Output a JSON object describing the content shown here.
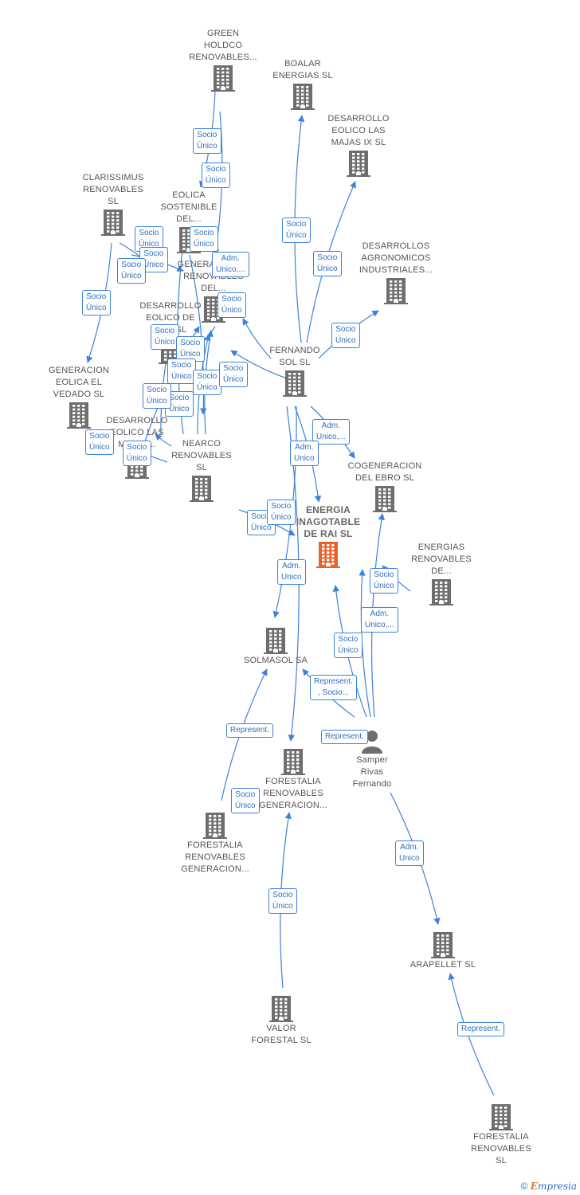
{
  "colors": {
    "edge": "#3b82d8",
    "building": "#6e6e6e",
    "focus_building": "#e8632a",
    "person": "#6e6e6e"
  },
  "nodes": [
    {
      "id": "green_holdco",
      "type": "company",
      "lines": [
        "GREEN",
        "HOLDCO",
        "RENOVABLES..."
      ]
    },
    {
      "id": "boalar",
      "type": "company",
      "lines": [
        "BOALAR",
        "ENERGIAS  SL"
      ]
    },
    {
      "id": "majas_ix",
      "type": "company",
      "lines": [
        "DESARROLLO",
        "EOLICO LAS",
        "MAJAS IX  SL"
      ]
    },
    {
      "id": "clarissimus",
      "type": "company",
      "lines": [
        "CLARISSIMUS",
        "RENOVABLES",
        "SL"
      ]
    },
    {
      "id": "eolica_sostenible",
      "type": "company",
      "lines": [
        "EOLICA",
        "SOSTENIBLE",
        "DEL..."
      ]
    },
    {
      "id": "agronomicos",
      "type": "company",
      "lines": [
        "DESARROLLOS",
        "AGRONOMICOS",
        "INDUSTRIALES..."
      ]
    },
    {
      "id": "generaciones",
      "type": "company",
      "lines": [
        "GENERACIONES",
        "RENOVABLES",
        "DEL..."
      ]
    },
    {
      "id": "eolico_de_la",
      "type": "company",
      "lines": [
        "DESARROLLO",
        "EOLICO DE",
        "LA...  SL"
      ]
    },
    {
      "id": "fernando_sol",
      "type": "company",
      "lines": [
        "FERNANDO",
        "SOL SL"
      ]
    },
    {
      "id": "vedado",
      "type": "company",
      "lines": [
        "GENERACION",
        "EOLICA EL",
        "VEDADO SL"
      ]
    },
    {
      "id": "eolico_las",
      "type": "company",
      "lines": [
        "DESARROLLO",
        "EOLICO LAS",
        "MAJAS..."
      ]
    },
    {
      "id": "nearco",
      "type": "company",
      "lines": [
        "NEARCO",
        "RENOVABLES",
        "SL"
      ]
    },
    {
      "id": "cogeneracion",
      "type": "company",
      "lines": [
        "COGENERACION",
        "DEL EBRO  SL"
      ]
    },
    {
      "id": "energia_inagotable",
      "type": "focus",
      "lines": [
        "ENERGIA",
        "INAGOTABLE",
        "DE RAI  SL"
      ]
    },
    {
      "id": "energias_renovables",
      "type": "company",
      "lines": [
        "ENERGIAS",
        "RENOVABLES",
        "DE..."
      ]
    },
    {
      "id": "solmasol",
      "type": "company",
      "lines": [
        "SOLMASOL  SA"
      ]
    },
    {
      "id": "samper",
      "type": "person",
      "lines": [
        "Samper",
        "Rivas",
        "Fernando"
      ]
    },
    {
      "id": "forestalia_mid",
      "type": "company",
      "lines": [
        "FORESTALIA",
        "RENOVABLES",
        "GENERACION..."
      ]
    },
    {
      "id": "forestalia_left",
      "type": "company",
      "lines": [
        "FORESTALIA",
        "RENOVABLES",
        "GENERACION..."
      ]
    },
    {
      "id": "arapellet",
      "type": "company",
      "lines": [
        "ARAPELLET  SL"
      ]
    },
    {
      "id": "valor_forestal",
      "type": "company",
      "lines": [
        "VALOR",
        "FORESTAL SL"
      ]
    },
    {
      "id": "forestalia_sl",
      "type": "company",
      "lines": [
        "FORESTALIA",
        "RENOVABLES",
        "SL"
      ]
    }
  ],
  "edge_labels": [
    {
      "lines": [
        "Socio",
        "Único"
      ]
    },
    {
      "lines": [
        "Socio",
        "Único"
      ]
    },
    {
      "lines": [
        "Socio",
        "Único"
      ]
    },
    {
      "lines": [
        "Socio",
        "Único"
      ]
    },
    {
      "lines": [
        "Socio",
        "Único"
      ]
    },
    {
      "lines": [
        "Socio",
        "Único"
      ]
    },
    {
      "lines": [
        "Socio",
        "Único"
      ]
    },
    {
      "lines": [
        "Socio",
        "Único"
      ]
    },
    {
      "lines": [
        "Socio",
        "Único"
      ]
    },
    {
      "lines": [
        "Socio",
        "Único"
      ]
    },
    {
      "lines": [
        "Socio",
        "Único"
      ]
    },
    {
      "lines": [
        "Socio",
        "Único"
      ]
    },
    {
      "lines": [
        "Socio",
        "Único"
      ]
    },
    {
      "lines": [
        "Socio",
        "Único"
      ]
    },
    {
      "lines": [
        "Socio",
        "Único"
      ]
    },
    {
      "lines": [
        "Socio",
        "Único"
      ]
    },
    {
      "lines": [
        "Socio",
        "Único"
      ]
    },
    {
      "lines": [
        "Socio",
        "Único"
      ]
    },
    {
      "lines": [
        "Socio",
        "Único"
      ]
    },
    {
      "lines": [
        "Socio",
        "Único"
      ]
    },
    {
      "lines": [
        "Socio",
        "Único"
      ]
    },
    {
      "lines": [
        "Adm.",
        "Unico,..."
      ]
    },
    {
      "lines": [
        "Adm.",
        "Unico"
      ]
    },
    {
      "lines": [
        "Adm.",
        "Unico"
      ]
    },
    {
      "lines": [
        "Socio",
        "Único"
      ]
    },
    {
      "lines": [
        "Adm.",
        "Unico,..."
      ]
    },
    {
      "lines": [
        "Socio",
        "Único"
      ]
    },
    {
      "lines": [
        "Represent.",
        ", Socio..."
      ]
    },
    {
      "lines": [
        "Represent."
      ]
    },
    {
      "lines": [
        "Represent."
      ]
    },
    {
      "lines": [
        "Socio",
        "Único"
      ]
    },
    {
      "lines": [
        "Adm.",
        "Unico"
      ]
    },
    {
      "lines": [
        "Socio",
        "Único"
      ]
    },
    {
      "lines": [
        "Represent."
      ]
    },
    {
      "lines": [
        "Socio",
        "Único"
      ]
    },
    {
      "lines": [
        "Adm.",
        "Unico,..."
      ]
    }
  ],
  "footer": {
    "copyright": "©",
    "brand_e": "E",
    "brand_rest": "mpresia"
  }
}
